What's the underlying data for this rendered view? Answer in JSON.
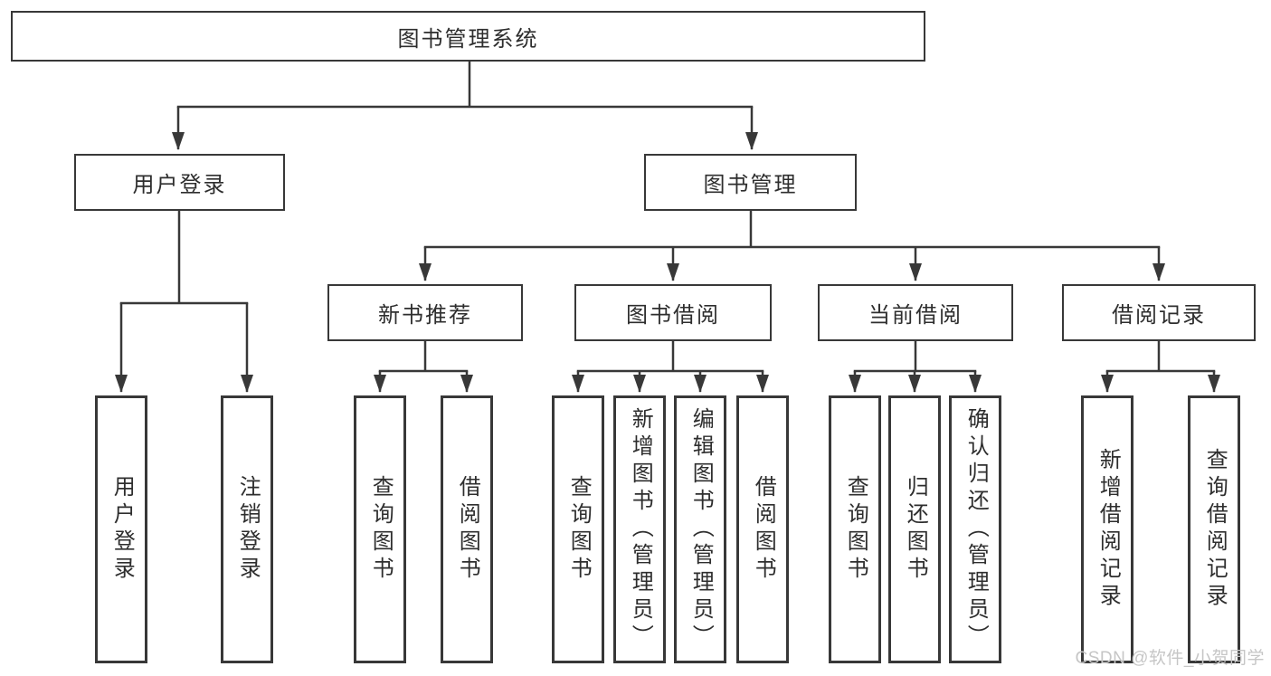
{
  "diagram_title": "图书管理系统",
  "colors": {
    "line": "#383838",
    "box_border": "#383838",
    "text": "#2e2e2e",
    "background": "#ffffff",
    "watermark": "#c6c6c6"
  },
  "nodes": {
    "root": {
      "label": "图书管理系统"
    },
    "user_login": {
      "label": "用户登录",
      "children": [
        {
          "label": "用户登录"
        },
        {
          "label": "注销登录"
        }
      ]
    },
    "book_management": {
      "label": "图书管理"
    },
    "new_book_recommend": {
      "label": "新书推荐",
      "children": [
        {
          "label": "查询图书"
        },
        {
          "label": "借阅图书"
        }
      ]
    },
    "book_borrowing": {
      "label": "图书借阅",
      "children": [
        {
          "label": "查询图书"
        },
        {
          "label": "新增图书（管理员）"
        },
        {
          "label": "编辑图书（管理员）"
        },
        {
          "label": "借阅图书"
        }
      ]
    },
    "current_borrowing": {
      "label": "当前借阅",
      "children": [
        {
          "label": "查询图书"
        },
        {
          "label": "归还图书"
        },
        {
          "label": "确认归还（管理员）"
        }
      ]
    },
    "borrowing_records": {
      "label": "借阅记录",
      "children": [
        {
          "label": "新增借阅记录"
        },
        {
          "label": "查询借阅记录"
        }
      ]
    }
  },
  "watermark": {
    "text": "CSDN @软件_小贺同学"
  }
}
